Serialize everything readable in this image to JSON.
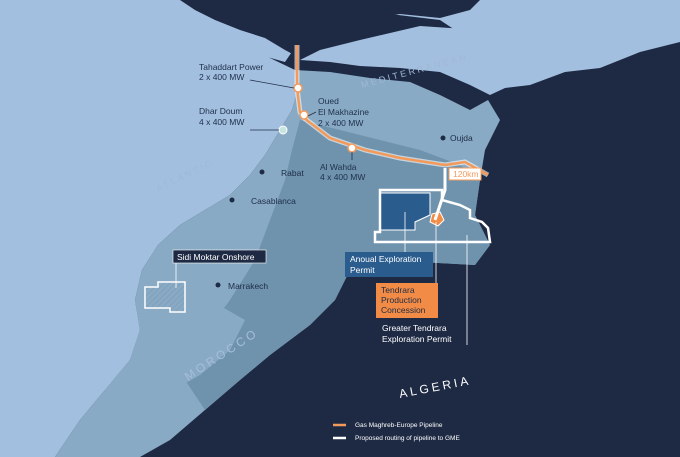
{
  "seas": {
    "mediterranean": "MEDITERRANEAN",
    "atlantic": "ATLANTIC"
  },
  "countries": {
    "morocco": "MOROCCO",
    "algeria": "ALGERIA"
  },
  "cities": {
    "oujda": "Oujda",
    "rabat": "Rabat",
    "casablanca": "Casablanca",
    "marrakech": "Marrakech"
  },
  "power_plants": {
    "tahaddart": {
      "name": "Tahaddart Power",
      "capacity": "2 x 400 MW"
    },
    "dhar_doum": {
      "name": "Dhar Doum",
      "capacity": "4 x 400 MW"
    },
    "oued": {
      "name_line1": "Oued",
      "name_line2": "El Makhazine",
      "capacity": "2 x 400 MW"
    },
    "al_wahda": {
      "name": "Al Wahda",
      "capacity": "4 x 400 MW"
    }
  },
  "distance_badge": "120km",
  "licences": {
    "sidi_moktar": "Sidi Moktar Onshore",
    "anoual": {
      "line1": "Anoual Exploration",
      "line2": "Permit"
    },
    "tendrara": {
      "line1": "Tendrara",
      "line2": "Production",
      "line3": "Concession"
    },
    "greater_tendrara": {
      "line1": "Greater Tendrara",
      "line2": "Exploration Permit"
    }
  },
  "legend": {
    "gme": "Gas Maghreb-Europe Pipeline",
    "proposed": "Proposed routing of pipeline to GME"
  },
  "colors": {
    "ocean": "#a3bfdf",
    "land_dark": "#1e2a44",
    "morocco_coast": "#89aac4",
    "morocco_inland": "#6f93ad",
    "pipeline": "#f39a5a",
    "anoual_fill": "#2b5c8e",
    "tendrara_fill": "#f28b45"
  }
}
